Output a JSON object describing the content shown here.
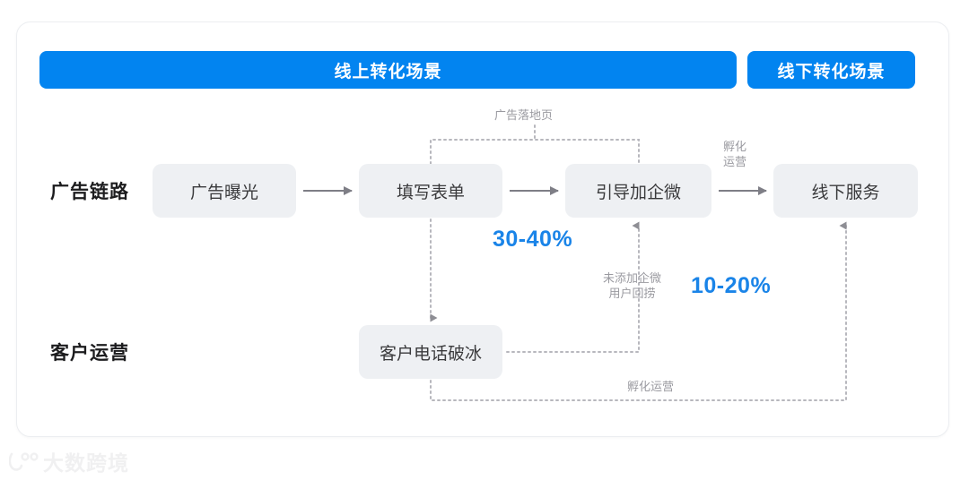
{
  "banners": {
    "online": "线上转化场景",
    "offline": "线下转化场景"
  },
  "row_labels": {
    "ad_chain": "广告链路",
    "customer_ops": "客户运营"
  },
  "nodes": {
    "ad_exposure": "广告曝光",
    "fill_form": "填写表单",
    "guide_wecom": "引导加企微",
    "offline_service": "线下服务",
    "cold_call": "客户电话破冰"
  },
  "annotations": {
    "landing_page": "广告落地页",
    "incubate_top_line1": "孵化",
    "incubate_top_line2": "运营",
    "recall_line1": "未添加企微",
    "recall_line2": "用户回捞",
    "incubate_bottom": "孵化运营"
  },
  "percentages": {
    "form_to_wecom": "30-40%",
    "recall_rate": "10-20%"
  },
  "watermark": {
    "text": "大数跨境",
    "icon": "logo-icon"
  },
  "colors": {
    "banner_blue": "#0284f0",
    "percent_blue": "#1a84e8",
    "node_fill": "#eef0f3",
    "arrow_gray": "#7e7e86",
    "annotation_gray": "#9a9aa0"
  }
}
